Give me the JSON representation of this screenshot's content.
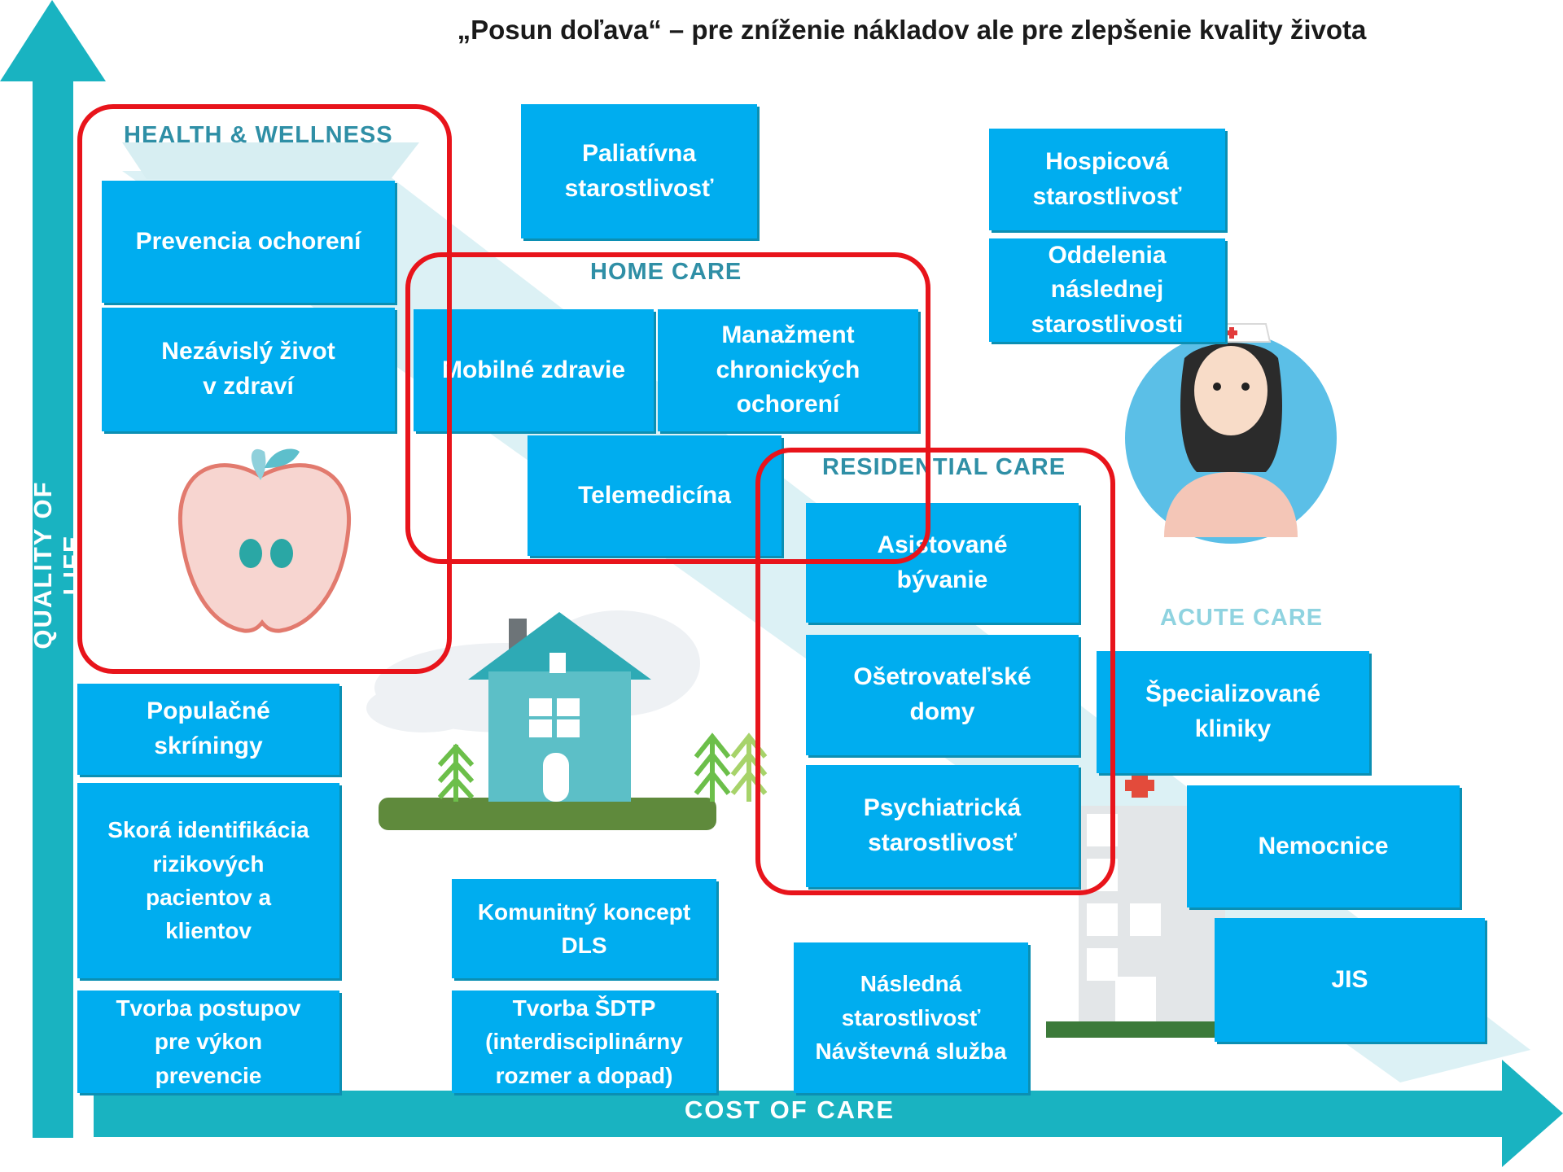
{
  "title": "„Posun doľava“ – pre zníženie nákladov ale pre zlepšenie kvality života",
  "axes": {
    "y_label": "QUALITY OF LIFE",
    "x_label": "COST OF CARE"
  },
  "sections": {
    "health_wellness": "HEALTH & WELLNESS",
    "home_care": "HOME CARE",
    "residential_care": "RESIDENTIAL CARE",
    "acute_care": "ACUTE CARE"
  },
  "boxes": {
    "prevencia": "Prevencia ochorení",
    "nezavisly": "Nezávislý život\nv zdraví",
    "paliativna": "Paliatívna\nstarostlivosť",
    "hospicova": "Hospicová\nstarostlivosť",
    "oddelenia": "Oddelenia\nnáslednej\nstarostlivosti",
    "mobilne": "Mobilné zdravie",
    "manazment": "Manažment\nchronických\nochorení",
    "telemedicina": "Telemedicína",
    "asistovane": "Asistované\nbývanie",
    "osetrovatelske": "Ošetrovateľské\ndomy",
    "psychiatricka": "Psychiatrická\nstarostlivosť",
    "specializovane": "Špecializované\nkliniky",
    "nemocnice": "Nemocnice",
    "jis": "JIS",
    "populacne": "Populačné\nskríningy",
    "skora": "Skorá identifikácia\nrizikových\npacientov a\nklientov",
    "tvorba_postupov": "Tvorba postupov\npre výkon\nprevencie",
    "komunitny": "Komunitný koncept\nDLS",
    "tvorba_sdtp": "Tvorba ŠDTP\n(interdisciplinárny\nrozmer a dopad)",
    "nasledna": "Následná\nstarostlivosť\nNávštevná služba"
  },
  "colors": {
    "axis": "#19b3c1",
    "box": "#00adef",
    "frame": "#e8141b",
    "section_label": "#2f8fa6",
    "acute_label": "#8fd3e0"
  }
}
